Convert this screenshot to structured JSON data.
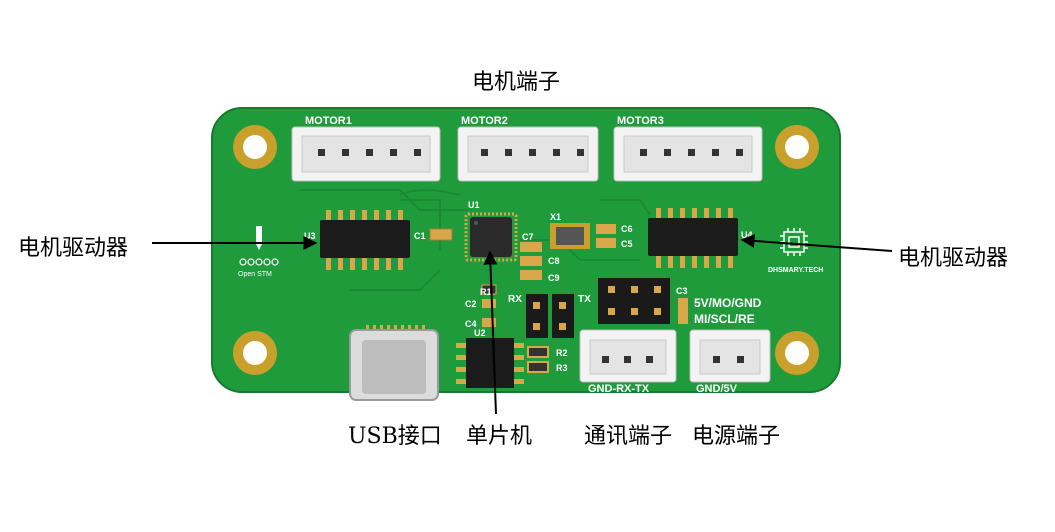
{
  "callouts": {
    "top": "电机端子",
    "left_driver": "电机驱动器",
    "right_driver": "电机驱动器",
    "usb": "USB接口",
    "mcu": "单片机",
    "comm": "通讯端子",
    "power": "电源端子"
  },
  "silkscreen": {
    "motor1": "MOTOR1",
    "motor2": "MOTOR2",
    "motor3": "MOTOR3",
    "u1": "U1",
    "u2": "U2",
    "u3": "U3",
    "u4": "U4",
    "x1": "X1",
    "c1": "C1",
    "c2": "C2",
    "c3": "C3",
    "c4": "C4",
    "c5": "C5",
    "c6": "C6",
    "c7": "C7",
    "c8": "C8",
    "c9": "C9",
    "r1": "R1",
    "r2": "R2",
    "r3": "R3",
    "rx": "RX",
    "tx": "TX",
    "pins_line1": "5V/MO/GND",
    "pins_line2": "MI/SCL/RE",
    "comm_pins": "GND-RX-TX",
    "power_pins": "GND/5V",
    "logo_left": "Open STM",
    "logo_right": "DHSMARY.TECH"
  },
  "colors": {
    "pcb": "#1e9a3a",
    "pad_gold": "#c8a02a",
    "connector": "#f2f2f2",
    "ic": "#1a1a1a"
  }
}
